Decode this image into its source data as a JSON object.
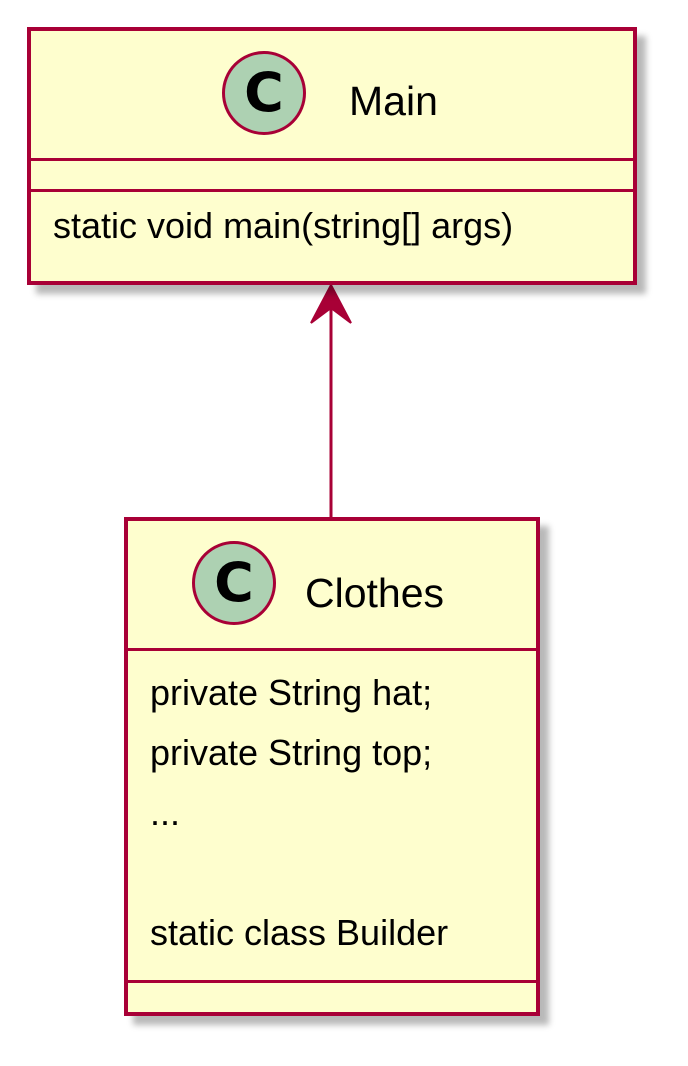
{
  "diagram": {
    "colors": {
      "box_fill": "#fefece",
      "box_border": "#a80036",
      "icon_fill": "#add1b2",
      "arrow": "#a80036"
    },
    "classes": [
      {
        "id": "main",
        "icon_letter": "C",
        "name": "Main",
        "fields": [],
        "methods": [
          "static void main(string[] args)"
        ]
      },
      {
        "id": "clothes",
        "icon_letter": "C",
        "name": "Clothes",
        "fields": [
          "private String hat;",
          "private String top;",
          "...",
          "",
          "static class Builder"
        ],
        "methods": []
      }
    ],
    "relations": [
      {
        "from": "clothes",
        "to": "main",
        "type": "association-arrow"
      }
    ]
  }
}
